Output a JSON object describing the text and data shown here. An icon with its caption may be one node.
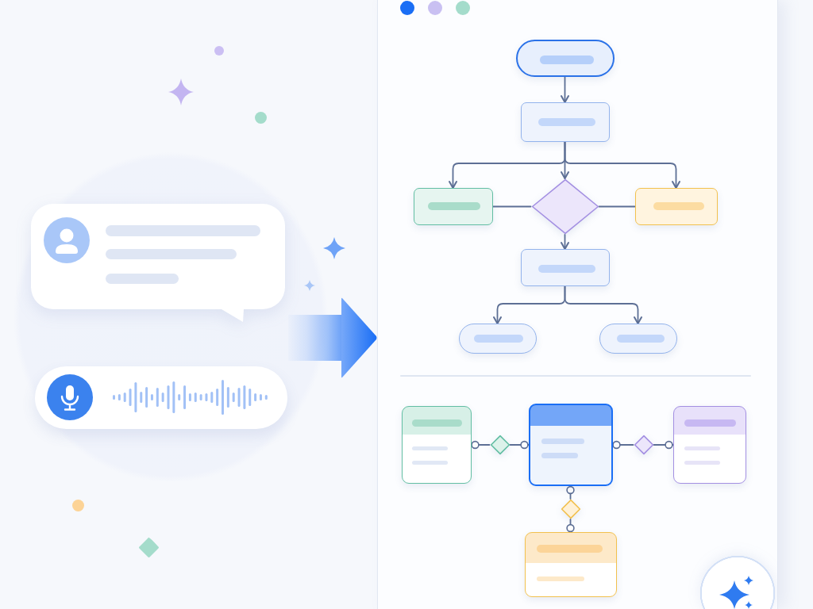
{
  "diagram": {
    "nodes": [
      {
        "text": [],
        "shape": "box"
      },
      {
        "text": [],
        "shape": "pill",
        "in": 0
      },
      {
        "text": [],
        "shape": "box",
        "in": 0
      },
      {
        "text": [],
        "shape": "box",
        "in": 0
      },
      {
        "text": [],
        "shape": "diamond",
        "in": 0
      },
      {
        "text": [],
        "shape": "box",
        "in": 0
      },
      {
        "text": [],
        "shape": "box",
        "in": 0
      },
      {
        "text": [],
        "shape": "pill",
        "in": 0
      },
      {
        "text": [],
        "shape": "pill",
        "in": 0
      },
      {
        "text": [],
        "shape": "table",
        "in": 0
      },
      {
        "text": [],
        "shape": "diamond",
        "in": 0
      },
      {
        "text": [],
        "shape": "table",
        "in": 0
      },
      {
        "text": [],
        "shape": "diamond",
        "in": 0
      },
      {
        "text": [],
        "shape": "table",
        "in": 0
      },
      {
        "text": [],
        "shape": "diamond",
        "in": 0
      },
      {
        "text": [],
        "shape": "table",
        "in": 0
      }
    ],
    "edges": [
      {
        "from": null,
        "to": 0,
        "arrow": "to",
        "style": "thick",
        "color": "#1a6ef5"
      },
      {
        "from": 1,
        "to": 2,
        "arrow": "to"
      },
      {
        "from": 2,
        "to": 3,
        "arrow": "to"
      },
      {
        "from": 2,
        "to": 4,
        "arrow": "to"
      },
      {
        "from": 2,
        "to": 5,
        "arrow": "to"
      },
      {
        "from": 3,
        "to": 4,
        "arrow": "none"
      },
      {
        "from": 4,
        "to": 5,
        "arrow": "none"
      },
      {
        "from": 4,
        "to": 6,
        "arrow": "to"
      },
      {
        "from": 6,
        "to": 7,
        "arrow": "to"
      },
      {
        "from": 6,
        "to": 8,
        "arrow": "to"
      },
      {
        "from": 9,
        "to": 10,
        "arrow": "other"
      },
      {
        "from": 11,
        "to": 10,
        "arrow": "other"
      },
      {
        "from": 11,
        "to": 12,
        "arrow": "other"
      },
      {
        "from": 13,
        "to": 12,
        "arrow": "other"
      },
      {
        "from": 11,
        "to": 14,
        "arrow": "other"
      },
      {
        "from": 15,
        "to": 14,
        "arrow": "other"
      }
    ]
  }
}
